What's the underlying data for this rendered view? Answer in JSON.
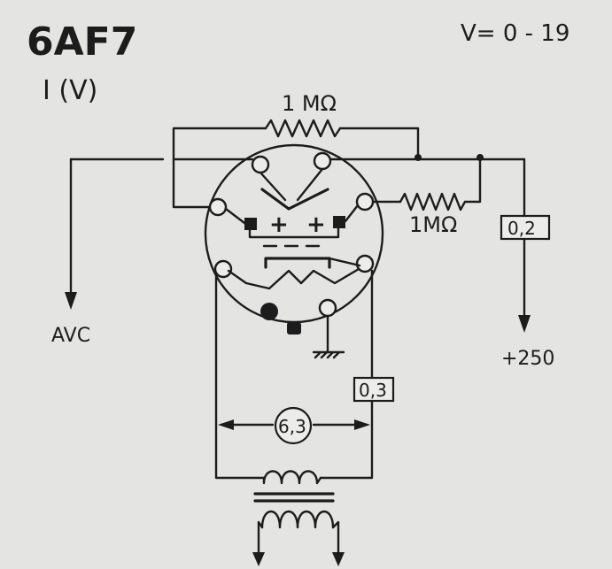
{
  "tube": {
    "type": "6AF7",
    "subtitle": "I (V)",
    "voltage_range": "V= 0 - 19"
  },
  "labels": {
    "resistor_top": "1 MΩ",
    "resistor_right": "1MΩ",
    "avc": "AVC",
    "anode_supply": "+250",
    "current_anode": "0,2",
    "current_heater": "0,3",
    "heater_voltage": "6,3"
  },
  "colors": {
    "ink": "#1c1c1c",
    "paper": "#e4e4e2"
  },
  "icons": [
    "resistor-icon",
    "ground-icon",
    "transformer-icon",
    "arrow-down-icon"
  ]
}
